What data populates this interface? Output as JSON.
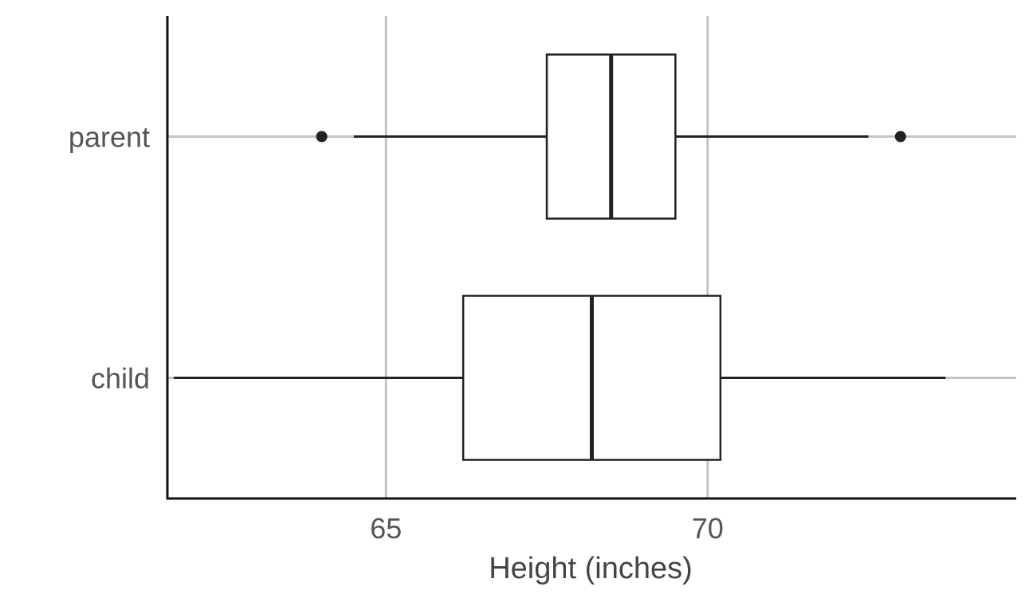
{
  "chart_data": {
    "type": "boxplot",
    "orientation": "horizontal",
    "title": "",
    "xlabel": "Height (inches)",
    "ylabel": "",
    "xlim": [
      61.6,
      74.8
    ],
    "x_ticks": [
      65,
      70
    ],
    "x_tick_labels": [
      "65",
      "70"
    ],
    "categories": [
      "parent",
      "child"
    ],
    "grid": {
      "major_x": true,
      "major_y": true
    },
    "colors": {
      "grid": "#c4c4c4",
      "axis": "#111111",
      "box": "#222222",
      "outlier": "#222222",
      "tick_label": "#555555",
      "axis_title": "#444444",
      "background": "#ffffff"
    },
    "series": [
      {
        "category": "parent",
        "whisker_low": 64.5,
        "q1": 67.5,
        "median": 68.5,
        "q3": 69.5,
        "whisker_high": 72.5,
        "outliers": [
          64.0,
          73.0
        ]
      },
      {
        "category": "child",
        "whisker_low": 61.7,
        "q1": 66.2,
        "median": 68.2,
        "q3": 70.2,
        "whisker_high": 73.7,
        "outliers": []
      }
    ]
  }
}
